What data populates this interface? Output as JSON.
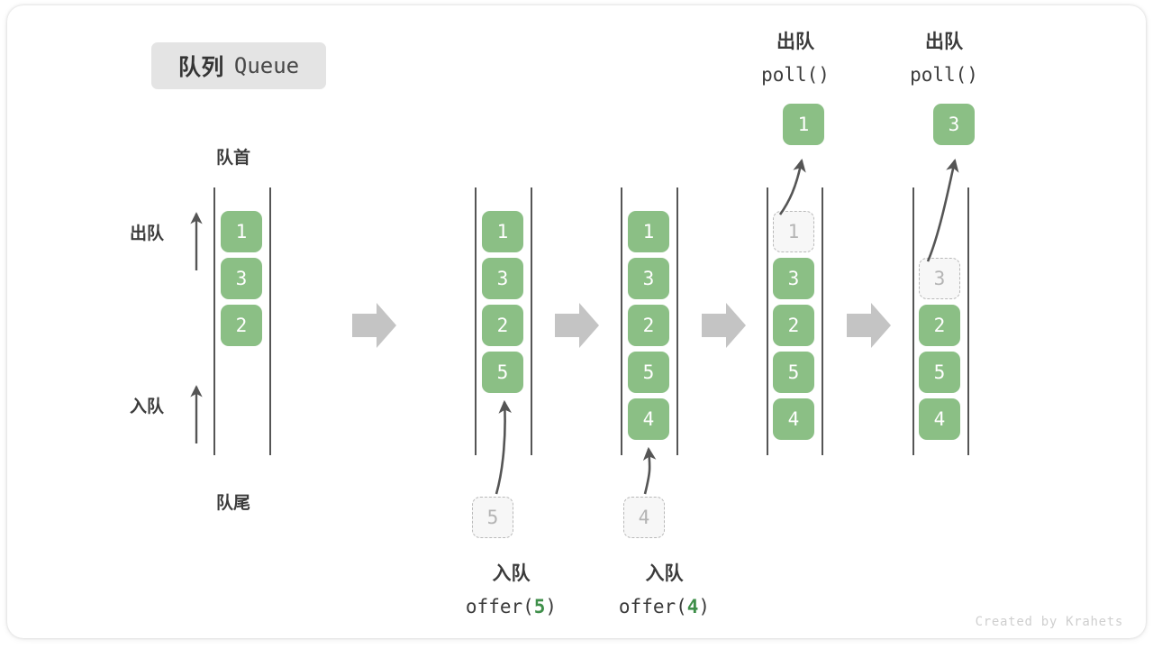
{
  "title": {
    "cn": "队列",
    "en": "Queue"
  },
  "labels": {
    "front": "队首",
    "rear": "队尾",
    "dequeue": "出队",
    "enqueue": "入队"
  },
  "colors": {
    "element_green": "#8bbf85",
    "accent_number_green": "#3f8f4a",
    "ghost_border": "#b9b9b9",
    "ghost_fill": "#f7f7f7",
    "rail": "#555555",
    "arrow_gray": "#555555",
    "step_arrow_gray": "#c4c4c4",
    "badge_bg": "#e4e4e4",
    "text_dark": "#3b3b3b",
    "watermark": "#cfcfcf"
  },
  "stages": [
    {
      "name": "initial",
      "cells": [
        {
          "value": "1",
          "state": "filled"
        },
        {
          "value": "3",
          "state": "filled"
        },
        {
          "value": "2",
          "state": "filled"
        }
      ],
      "popped": null,
      "incoming": null,
      "caption_cn": "",
      "caption_code": ""
    },
    {
      "name": "after-offer-5",
      "cells": [
        {
          "value": "1",
          "state": "filled"
        },
        {
          "value": "3",
          "state": "filled"
        },
        {
          "value": "2",
          "state": "filled"
        },
        {
          "value": "5",
          "state": "filled"
        }
      ],
      "popped": null,
      "incoming": {
        "value": "5",
        "state": "ghost"
      },
      "caption_cn": "入队",
      "caption_code": "offer(5)",
      "caption_arg": "5"
    },
    {
      "name": "after-offer-4",
      "cells": [
        {
          "value": "1",
          "state": "filled"
        },
        {
          "value": "3",
          "state": "filled"
        },
        {
          "value": "2",
          "state": "filled"
        },
        {
          "value": "5",
          "state": "filled"
        },
        {
          "value": "4",
          "state": "filled"
        }
      ],
      "popped": null,
      "incoming": {
        "value": "4",
        "state": "ghost"
      },
      "caption_cn": "入队",
      "caption_code": "offer(4)",
      "caption_arg": "4"
    },
    {
      "name": "after-poll-1",
      "cells": [
        {
          "value": "1",
          "state": "ghost"
        },
        {
          "value": "3",
          "state": "filled"
        },
        {
          "value": "2",
          "state": "filled"
        },
        {
          "value": "5",
          "state": "filled"
        },
        {
          "value": "4",
          "state": "filled"
        }
      ],
      "popped": {
        "value": "1",
        "state": "filled"
      },
      "incoming": null,
      "caption_cn": "出队",
      "caption_code": "poll()"
    },
    {
      "name": "after-poll-3",
      "cells": [
        {
          "value": "",
          "state": "empty"
        },
        {
          "value": "3",
          "state": "ghost"
        },
        {
          "value": "2",
          "state": "filled"
        },
        {
          "value": "5",
          "state": "filled"
        },
        {
          "value": "4",
          "state": "filled"
        }
      ],
      "popped": {
        "value": "3",
        "state": "filled"
      },
      "incoming": null,
      "caption_cn": "出队",
      "caption_code": "poll()"
    }
  ],
  "step_arrows": 4,
  "watermark": "Created by Krahets"
}
